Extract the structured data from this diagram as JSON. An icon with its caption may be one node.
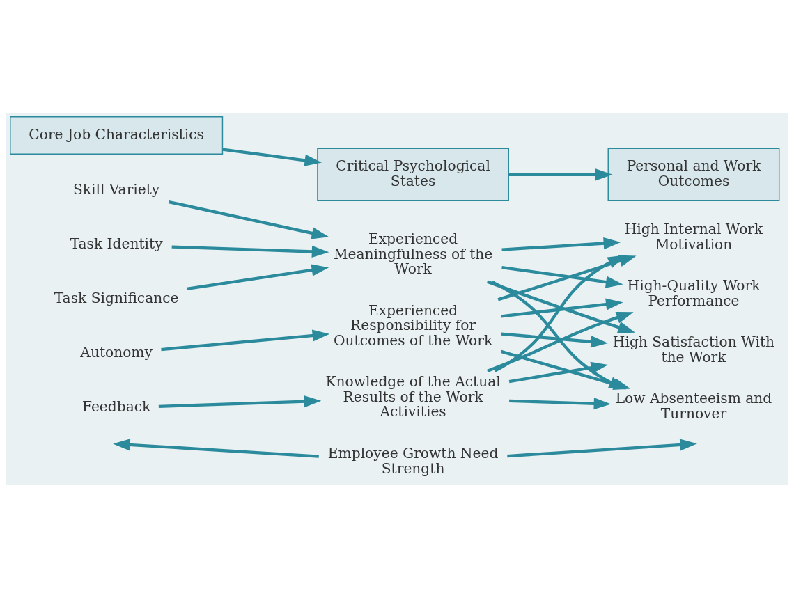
{
  "diagram": {
    "nodes": [
      {
        "text": [
          "Core Job Characteristics"
        ]
      },
      {
        "text": [
          "Critical Psychological States"
        ]
      },
      {
        "text": [
          "Personal and Work Outcomes"
        ]
      },
      {
        "text": [
          "Skill Variety"
        ]
      },
      {
        "text": [
          "Task Identity"
        ]
      },
      {
        "text": [
          "Task Significance"
        ]
      },
      {
        "text": [
          "Autonomy"
        ]
      },
      {
        "text": [
          "Feedback"
        ]
      },
      {
        "text": [
          "Experienced Meaningfulness of the Work"
        ]
      },
      {
        "text": [
          "Experienced Responsibility for Outcomes of the Work"
        ]
      },
      {
        "text": [
          "Knowledge of the Actual Results of the Work Activities"
        ]
      },
      {
        "text": [
          "High Internal Work Motivation"
        ]
      },
      {
        "text": [
          "High-Quality Work Performance"
        ]
      },
      {
        "text": [
          "High Satisfaction With the Work"
        ]
      },
      {
        "text": [
          "Low Absenteeism and Turnover"
        ]
      },
      {
        "text": [
          "Employee Growth Need Strength"
        ]
      }
    ],
    "edges": [
      {
        "from": 0,
        "to": 1,
        "arrow": "to"
      },
      {
        "from": 1,
        "to": 2,
        "arrow": "to"
      },
      {
        "from": 3,
        "to": 8,
        "arrow": "to"
      },
      {
        "from": 4,
        "to": 8,
        "arrow": "to"
      },
      {
        "from": 5,
        "to": 8,
        "arrow": "to"
      },
      {
        "from": 6,
        "to": 9,
        "arrow": "to"
      },
      {
        "from": 7,
        "to": 10,
        "arrow": "to"
      },
      {
        "from": 8,
        "to": 11,
        "arrow": "to"
      },
      {
        "from": 8,
        "to": 12,
        "arrow": "to"
      },
      {
        "from": 8,
        "to": 13,
        "arrow": "to"
      },
      {
        "from": 8,
        "to": 14,
        "arrow": "to"
      },
      {
        "from": 9,
        "to": 11,
        "arrow": "to"
      },
      {
        "from": 9,
        "to": 12,
        "arrow": "to"
      },
      {
        "from": 9,
        "to": 13,
        "arrow": "to"
      },
      {
        "from": 9,
        "to": 14,
        "arrow": "to"
      },
      {
        "from": 10,
        "to": 11,
        "arrow": "to"
      },
      {
        "from": 10,
        "to": 12,
        "arrow": "to"
      },
      {
        "from": 10,
        "to": 13,
        "arrow": "to"
      },
      {
        "from": 10,
        "to": 14,
        "arrow": "to"
      },
      {
        "from": 15,
        "to": null,
        "arrow": "to"
      },
      {
        "from": 15,
        "to": null,
        "arrow": "to"
      }
    ]
  }
}
